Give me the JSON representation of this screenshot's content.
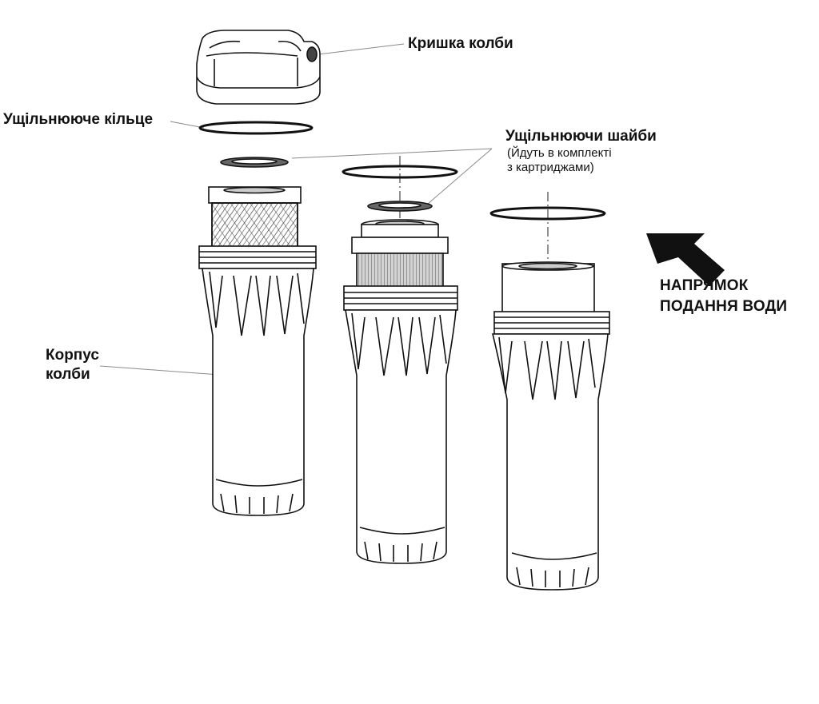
{
  "labels": {
    "cap": "Кришка колби",
    "oring": "Ущільнююче кільце",
    "washers_title": "Ущільнюючи шайби",
    "washers_note_line1": "(Йдуть в комплекті",
    "washers_note_line2": "з картриджами)",
    "body_line1": "Корпус",
    "body_line2": "колби",
    "flow_line1": "НАПРЯМОК",
    "flow_line2": "ПОДАННЯ ВОДИ"
  },
  "colors": {
    "stroke": "#111111",
    "background": "#ffffff",
    "cartridge_gray": "#c8c8c8",
    "leader_line": "#8a8a8a"
  },
  "icons": {
    "flow_arrow": "arrow-up-left-icon"
  }
}
